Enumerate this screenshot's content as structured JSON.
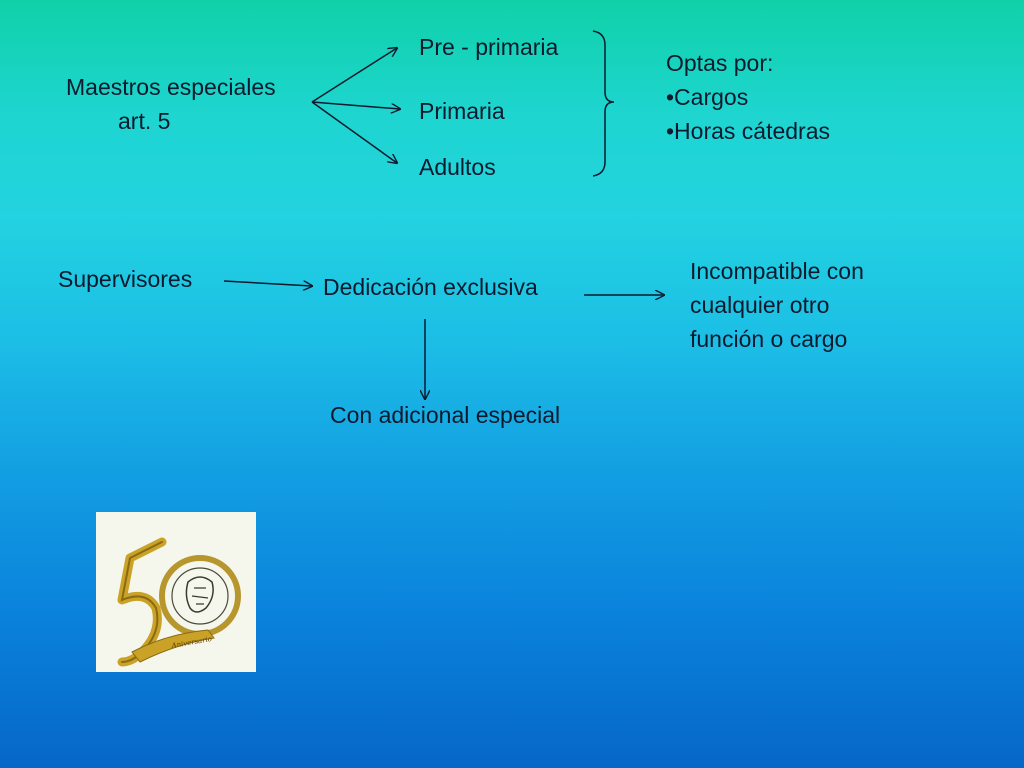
{
  "top": {
    "root_line1": "Maestros especiales",
    "root_line2": "art. 5",
    "branches": [
      "Pre - primaria",
      "Primaria",
      "Adultos"
    ],
    "options_title": "Optas por:",
    "options": [
      "•Cargos",
      "•Horas cátedras"
    ]
  },
  "bottom": {
    "supervisores": "Supervisores",
    "dedicacion": "Dedicación exclusiva",
    "incompatible": [
      "Incompatible con",
      "cualquier otro",
      "función o cargo"
    ],
    "adicional": "Con adicional especial"
  },
  "logo": {
    "numeral": "50",
    "ribbon_text": "Aniversario"
  },
  "colors": {
    "text": "#0d1a2e",
    "logo_gold": "#c9a227"
  }
}
